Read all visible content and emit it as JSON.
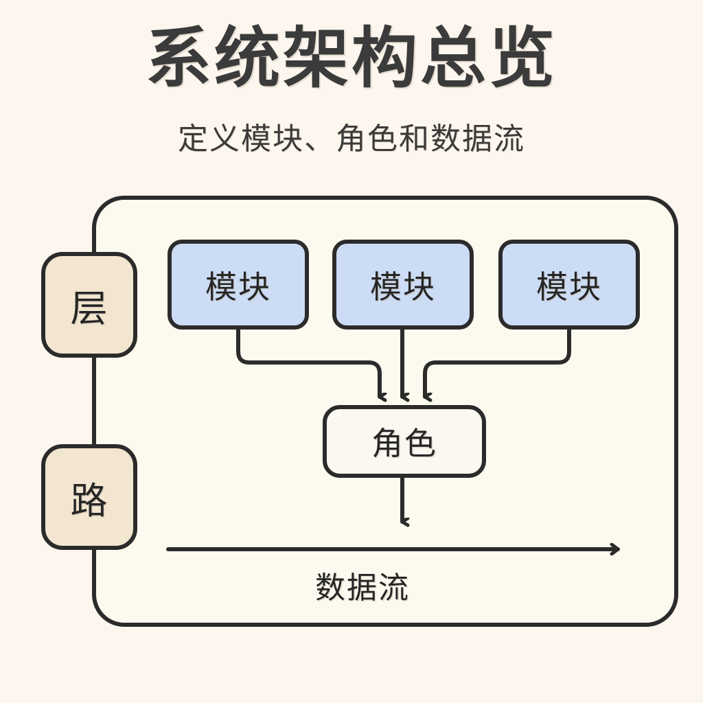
{
  "header": {
    "title": "系统架构总览",
    "subtitle": "定义模块、角色和数据流"
  },
  "diagram": {
    "container_name": "architecture-container",
    "side_labels": [
      {
        "label": "层",
        "name": "layer"
      },
      {
        "label": "路",
        "name": "path"
      }
    ],
    "modules": [
      {
        "label": "模块"
      },
      {
        "label": "模块"
      },
      {
        "label": "模块"
      }
    ],
    "role": {
      "label": "角色"
    },
    "flow": {
      "label": "数据流"
    }
  },
  "colors": {
    "page_background": "#fdf6ee",
    "container_fill": "#fcfaee",
    "module_fill": "#ccdcf5",
    "role_fill": "#faf8f0",
    "side_label_fill": "#f2e6d0",
    "stroke": "#2b2b2b",
    "title_text": "#3b3b3b",
    "body_text": "#262626"
  }
}
